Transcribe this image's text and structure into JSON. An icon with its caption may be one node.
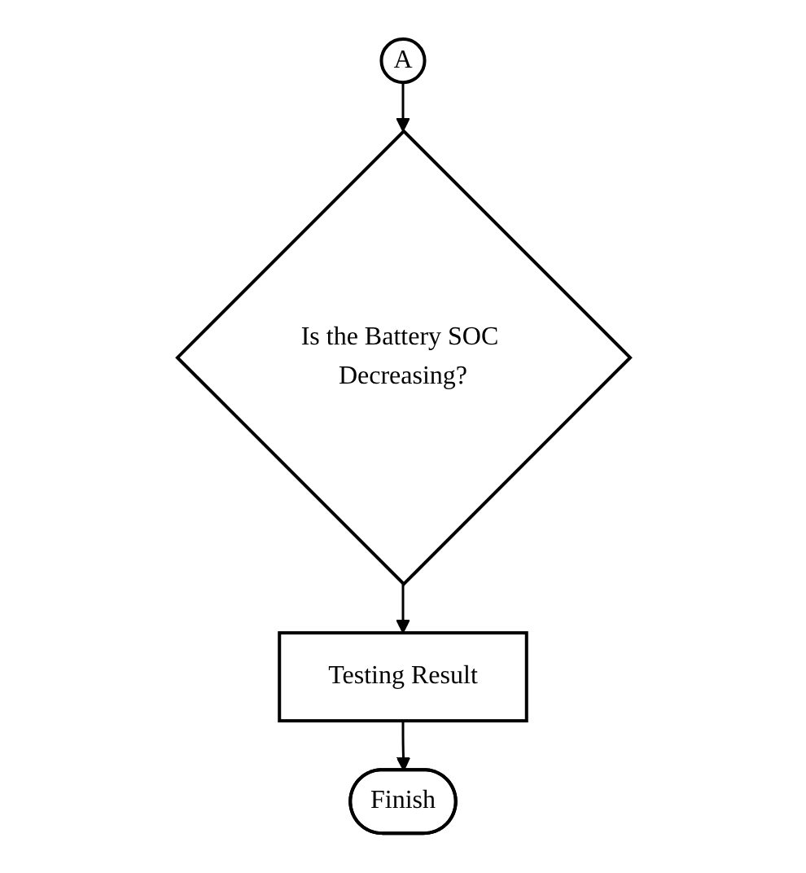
{
  "diagram": {
    "nodes": [
      {
        "text": [
          "A"
        ]
      },
      {
        "text": [
          "Is the Battery SOC Decreasing?"
        ]
      },
      {
        "text": [
          "Testing Result"
        ]
      },
      {
        "text": [
          "Finish"
        ]
      }
    ],
    "edges": [
      {
        "from": 0,
        "to": 1,
        "arrow": "to"
      },
      {
        "from": 1,
        "to": 2,
        "arrow": "to"
      },
      {
        "from": 2,
        "to": 3,
        "arrow": "to"
      }
    ]
  }
}
